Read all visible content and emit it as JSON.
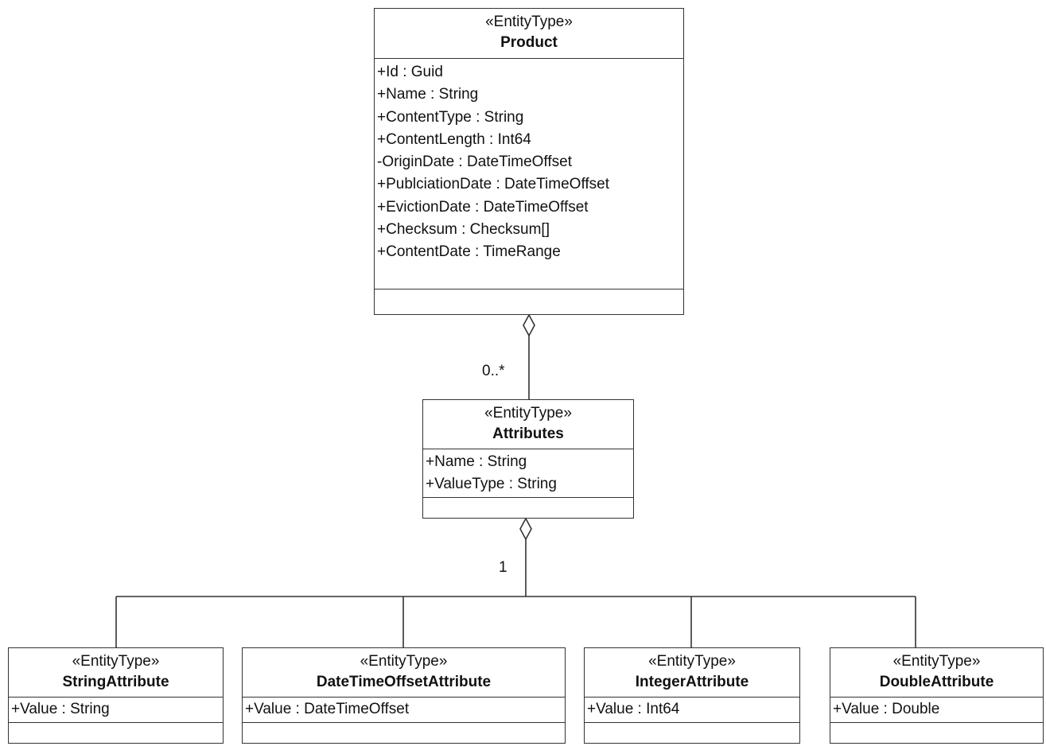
{
  "classes": {
    "product": {
      "stereotype": "«EntityType»",
      "name": "Product",
      "attributes": [
        "+Id : Guid",
        "+Name : String",
        "+ContentType : String",
        "+ContentLength : Int64",
        "-OriginDate : DateTimeOffset",
        "+PublciationDate : DateTimeOffset",
        "+EvictionDate : DateTimeOffset",
        "+Checksum : Checksum[]",
        "+ContentDate : TimeRange"
      ]
    },
    "attributes": {
      "stereotype": "«EntityType»",
      "name": "Attributes",
      "attributes": [
        "+Name : String",
        "+ValueType : String"
      ]
    },
    "string_attribute": {
      "stereotype": "«EntityType»",
      "name": "StringAttribute",
      "attributes": [
        "+Value : String"
      ]
    },
    "datetimeoffset_attribute": {
      "stereotype": "«EntityType»",
      "name": "DateTimeOffsetAttribute",
      "attributes": [
        "+Value : DateTimeOffset"
      ]
    },
    "integer_attribute": {
      "stereotype": "«EntityType»",
      "name": "IntegerAttribute",
      "attributes": [
        "+Value : Int64"
      ]
    },
    "double_attribute": {
      "stereotype": "«EntityType»",
      "name": "DoubleAttribute",
      "attributes": [
        "+Value : Double"
      ]
    }
  },
  "associations": {
    "product_attributes_multiplicity": "0..*",
    "attributes_subtypes_multiplicity": "1"
  },
  "colors": {
    "line": "#333333",
    "background": "#ffffff",
    "text": "#111111"
  }
}
